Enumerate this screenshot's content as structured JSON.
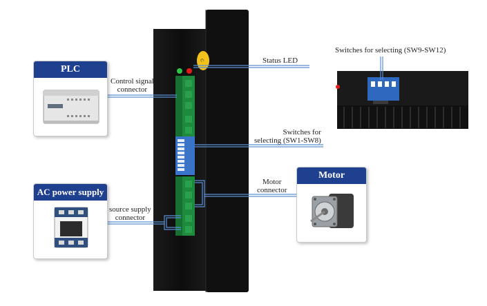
{
  "labels": {
    "control_signal": [
      "Control signal",
      "connector"
    ],
    "status_led": "Status LED",
    "switches_sw1_sw8": [
      "Switches for",
      "selecting (SW1-SW8)"
    ],
    "switches_sw9_sw12": "Switches for selecting (SW9-SW12)",
    "motor_connector": [
      "Motor",
      "connector"
    ],
    "source_supply": [
      "source supply",
      "connector"
    ]
  },
  "cards": {
    "plc": {
      "title": "PLC"
    },
    "ac_power": {
      "title": "AC power supply"
    },
    "motor": {
      "title": "Motor"
    }
  },
  "colors": {
    "card_title_bg": "#1f3f8f",
    "callout_line": "#5b8fd8",
    "driver_body": "#111111",
    "terminal_green": "#1e8a3e",
    "dip_switch_blue": "#3a74c9",
    "led_green": "#2ec24a",
    "led_red": "#e01b1b"
  },
  "icons": [
    "plc-device-icon",
    "contactor-icon",
    "servo-motor-icon",
    "driver-side-view-icon"
  ]
}
